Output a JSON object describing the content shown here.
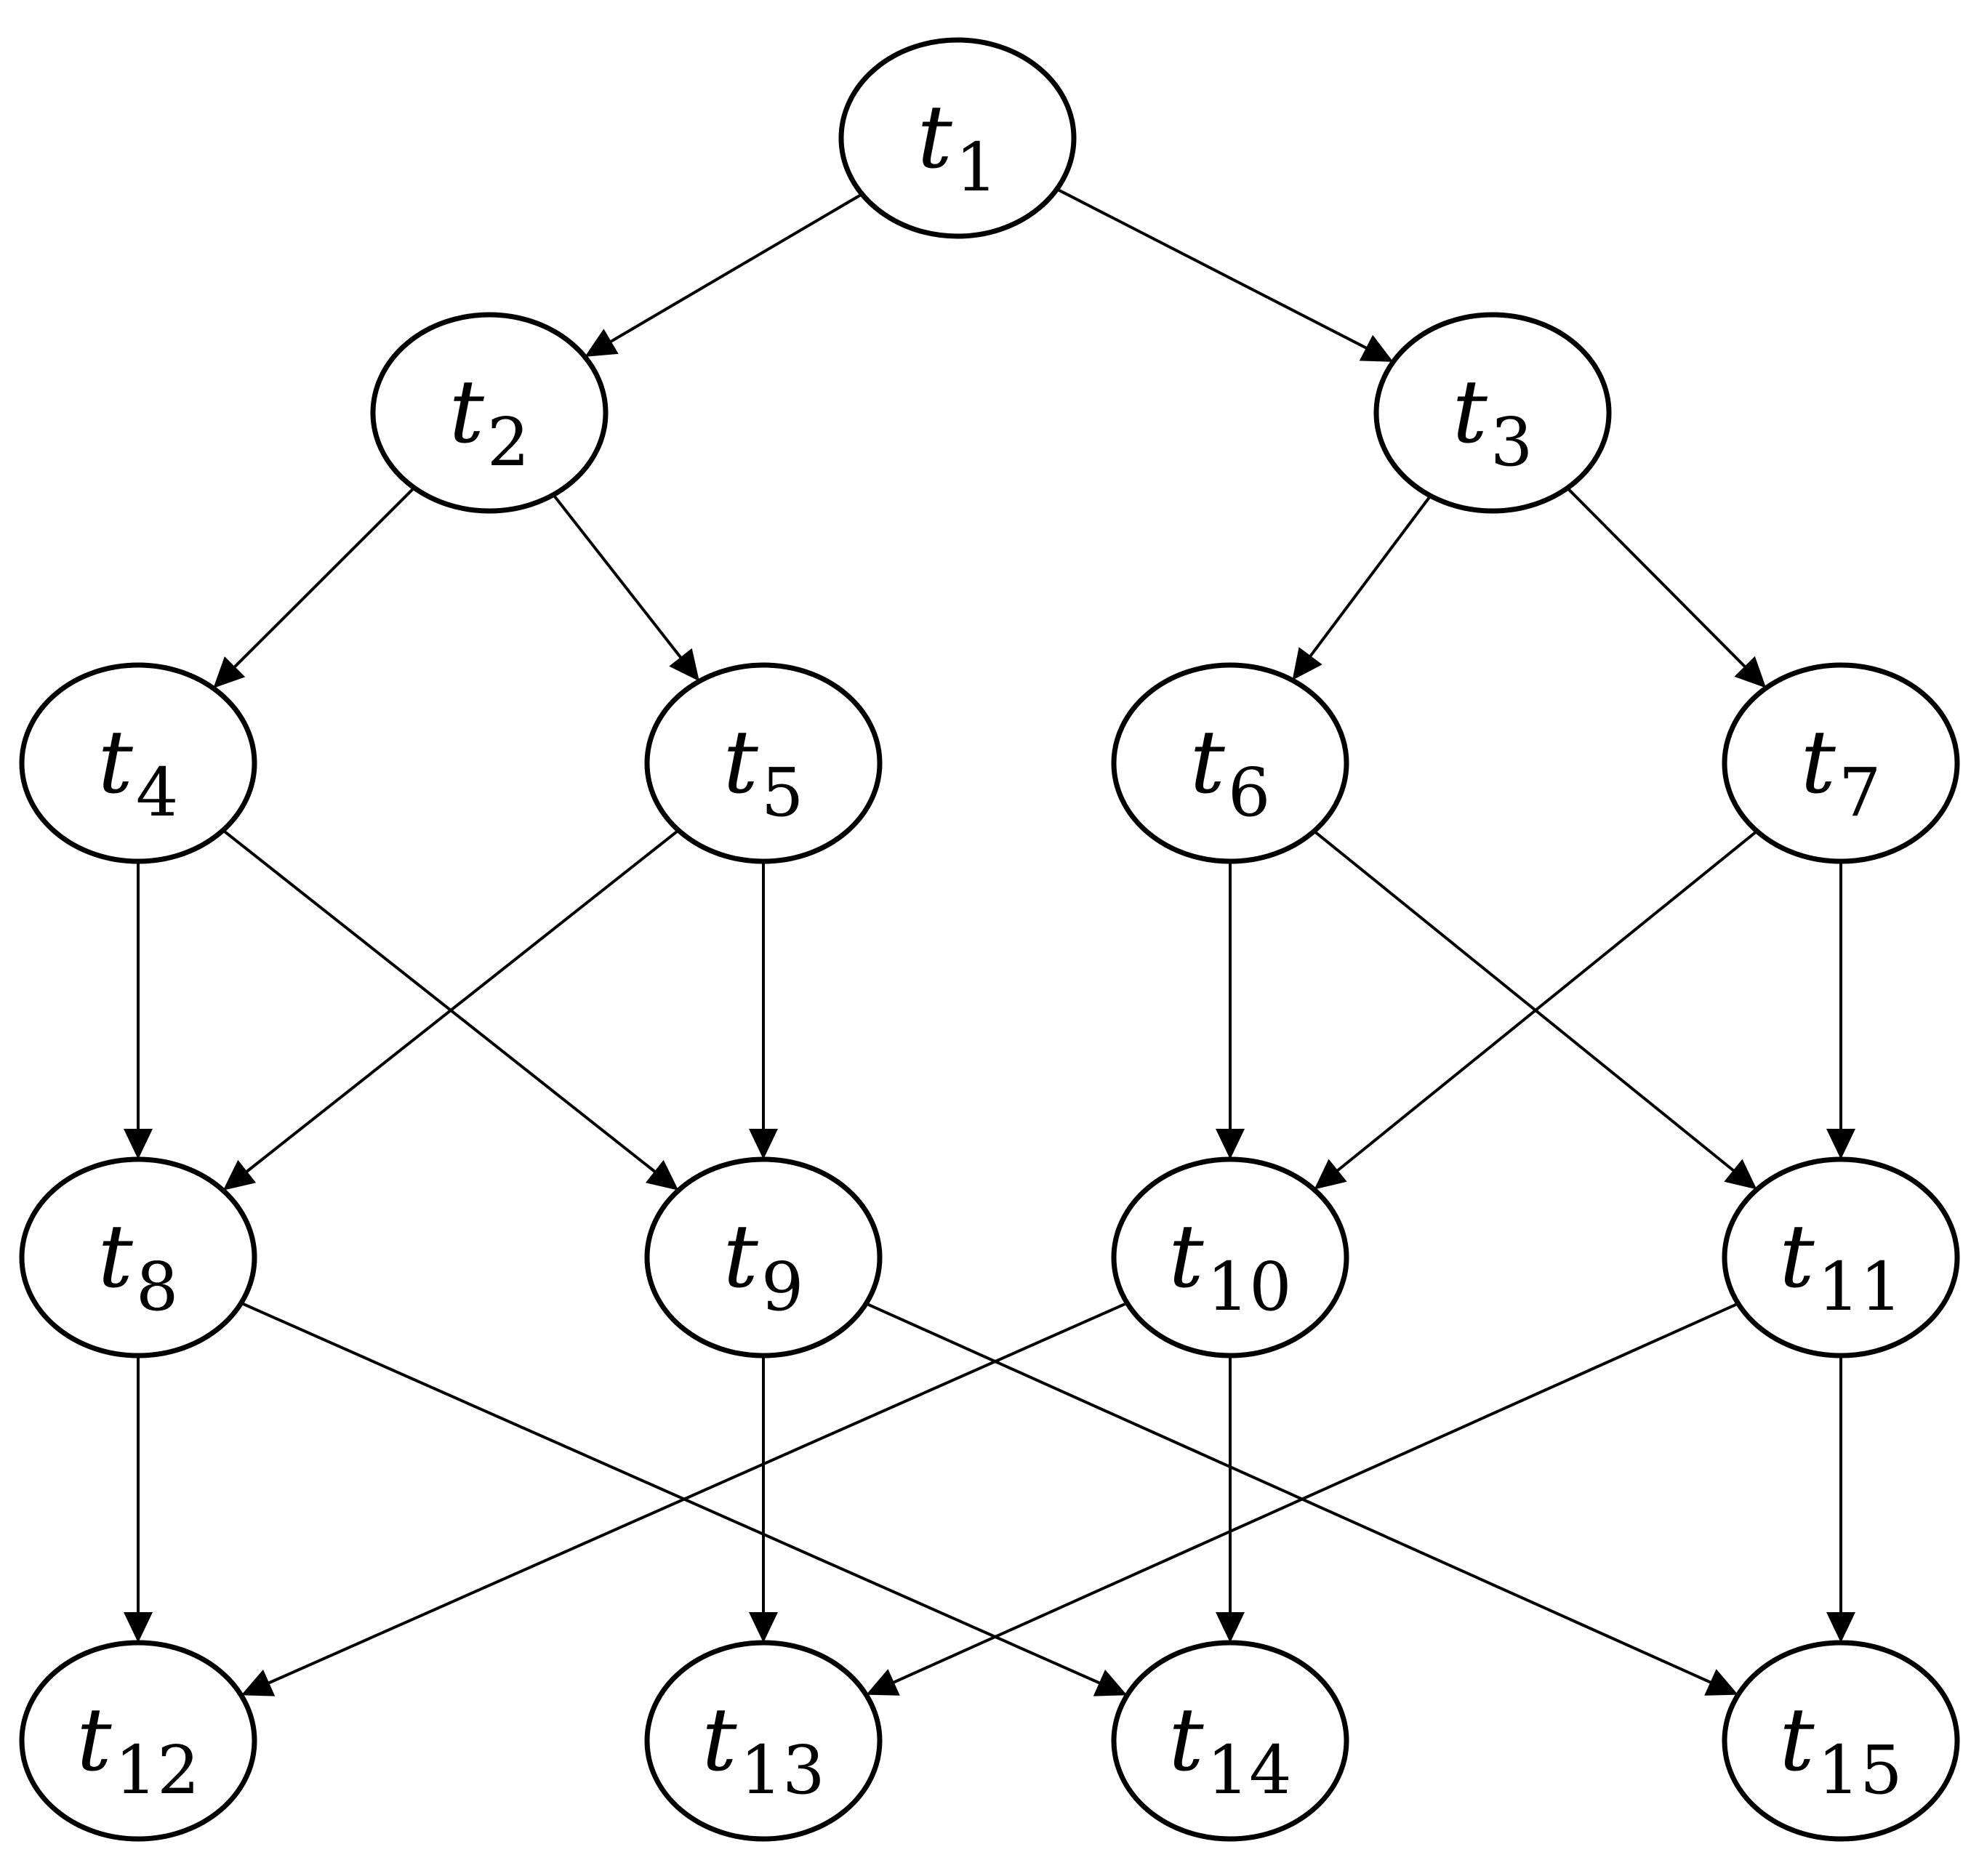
{
  "diagram": {
    "colors": {
      "stroke": "#000000",
      "fill": "#ffffff",
      "text": "#000000"
    },
    "nodes": [
      {
        "id": "t1",
        "base": "t",
        "sub": "1"
      },
      {
        "id": "t2",
        "base": "t",
        "sub": "2"
      },
      {
        "id": "t3",
        "base": "t",
        "sub": "3"
      },
      {
        "id": "t4",
        "base": "t",
        "sub": "4"
      },
      {
        "id": "t5",
        "base": "t",
        "sub": "5"
      },
      {
        "id": "t6",
        "base": "t",
        "sub": "6"
      },
      {
        "id": "t7",
        "base": "t",
        "sub": "7"
      },
      {
        "id": "t8",
        "base": "t",
        "sub": "8"
      },
      {
        "id": "t9",
        "base": "t",
        "sub": "9"
      },
      {
        "id": "t10",
        "base": "t",
        "sub": "10"
      },
      {
        "id": "t11",
        "base": "t",
        "sub": "11"
      },
      {
        "id": "t12",
        "base": "t",
        "sub": "12"
      },
      {
        "id": "t13",
        "base": "t",
        "sub": "13"
      },
      {
        "id": "t14",
        "base": "t",
        "sub": "14"
      },
      {
        "id": "t15",
        "base": "t",
        "sub": "15"
      }
    ],
    "edges": [
      {
        "from": "t1",
        "to": "t2"
      },
      {
        "from": "t1",
        "to": "t3"
      },
      {
        "from": "t2",
        "to": "t4"
      },
      {
        "from": "t2",
        "to": "t5"
      },
      {
        "from": "t3",
        "to": "t6"
      },
      {
        "from": "t3",
        "to": "t7"
      },
      {
        "from": "t4",
        "to": "t8"
      },
      {
        "from": "t4",
        "to": "t9"
      },
      {
        "from": "t5",
        "to": "t8"
      },
      {
        "from": "t5",
        "to": "t9"
      },
      {
        "from": "t6",
        "to": "t10"
      },
      {
        "from": "t6",
        "to": "t11"
      },
      {
        "from": "t7",
        "to": "t10"
      },
      {
        "from": "t7",
        "to": "t11"
      },
      {
        "from": "t8",
        "to": "t12"
      },
      {
        "from": "t8",
        "to": "t14"
      },
      {
        "from": "t9",
        "to": "t13"
      },
      {
        "from": "t9",
        "to": "t15"
      },
      {
        "from": "t10",
        "to": "t12"
      },
      {
        "from": "t10",
        "to": "t14"
      },
      {
        "from": "t11",
        "to": "t13"
      },
      {
        "from": "t11",
        "to": "t15"
      }
    ]
  }
}
